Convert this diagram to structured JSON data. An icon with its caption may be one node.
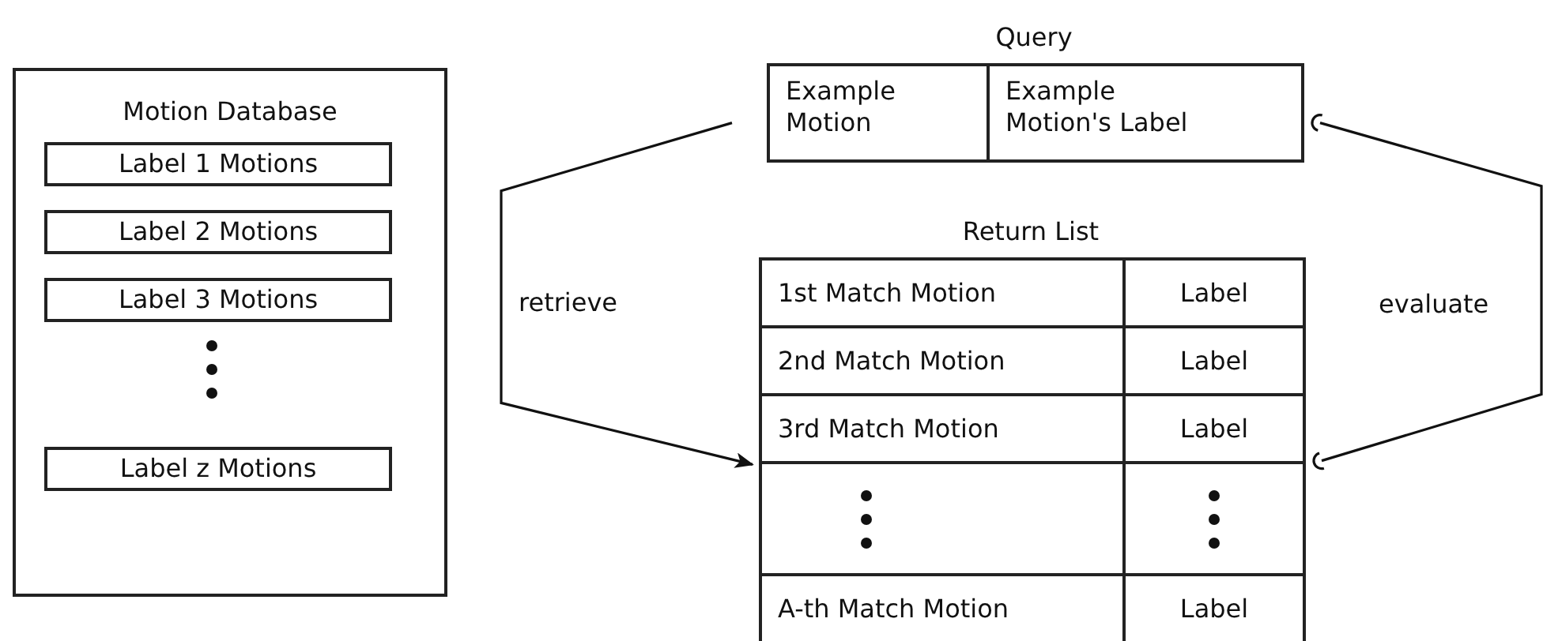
{
  "diagram": {
    "nodes": [
      {
        "text": [
          "Motion Database"
        ]
      },
      {
        "text": [
          "Label 1 Motions"
        ],
        "in": 0
      },
      {
        "text": [
          "Label 2 Motions"
        ],
        "in": 0
      },
      {
        "text": [
          "Label 3 Motions"
        ],
        "in": 0
      },
      {
        "text": [
          "Label z Motions"
        ],
        "in": 0
      },
      {
        "text": [
          "Query"
        ]
      },
      {
        "text": [
          "Example Motion"
        ],
        "in": 5
      },
      {
        "text": [
          "Example Motion's Label"
        ],
        "in": 5
      },
      {
        "text": [
          "Return List"
        ]
      },
      {
        "text": [
          "1st Match Motion"
        ],
        "in": 8
      },
      {
        "text": [
          "Label"
        ],
        "in": 8
      },
      {
        "text": [
          "2nd Match Motion"
        ],
        "in": 8
      },
      {
        "text": [
          "Label"
        ],
        "in": 8
      },
      {
        "text": [
          "3rd Match Motion"
        ],
        "in": 8
      },
      {
        "text": [
          "Label"
        ],
        "in": 8
      },
      {
        "text": [],
        "shape": "box",
        "in": 8
      },
      {
        "text": [],
        "shape": "box",
        "in": 8
      },
      {
        "text": [
          "A-th Match Motion"
        ],
        "in": 8
      },
      {
        "text": [
          "Label"
        ],
        "in": 8
      }
    ],
    "edges": [
      {
        "from": 5,
        "to": 8,
        "arrow": "to",
        "label": "retrieve"
      },
      {
        "from": 5,
        "to": 8,
        "arrow": "other",
        "label": "evaluate"
      }
    ]
  }
}
